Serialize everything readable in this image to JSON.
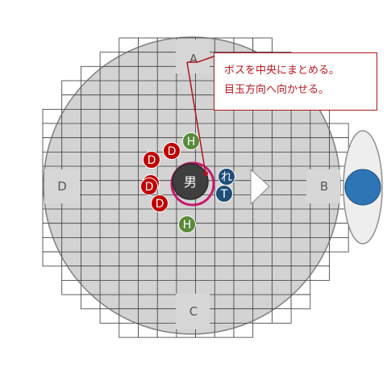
{
  "arena": {
    "markers": {
      "top": "A",
      "right": "B",
      "bottom": "C",
      "left": "D"
    }
  },
  "boss": {
    "label": "男",
    "facing": "B"
  },
  "party": [
    {
      "role": "H",
      "color": "#5a8a3a"
    },
    {
      "role": "D",
      "color": "#c00000"
    },
    {
      "role": "D",
      "color": "#c00000"
    },
    {
      "role": "D",
      "color": "#c00000"
    },
    {
      "role": "D",
      "color": "#c00000"
    },
    {
      "role": "D",
      "color": "#c00000"
    },
    {
      "role": "H",
      "color": "#5a8a3a"
    },
    {
      "role": "れ",
      "color": "#1f4e79"
    },
    {
      "role": "T",
      "color": "#1f4e79"
    }
  ],
  "callout": {
    "line1": "ボスを中央にまとめる。",
    "line2": "目玉方向へ向かせる。"
  },
  "eye": {
    "iris_color": "#2e75b6"
  },
  "colors": {
    "arena_fill": "#d3d3d3",
    "arena_edge": "#7f7f7f",
    "grid_line": "#3a3a3a",
    "boss_fill": "#3f3f3f",
    "boss_ring": "#c8186e",
    "callout_accent": "#c0161f"
  }
}
